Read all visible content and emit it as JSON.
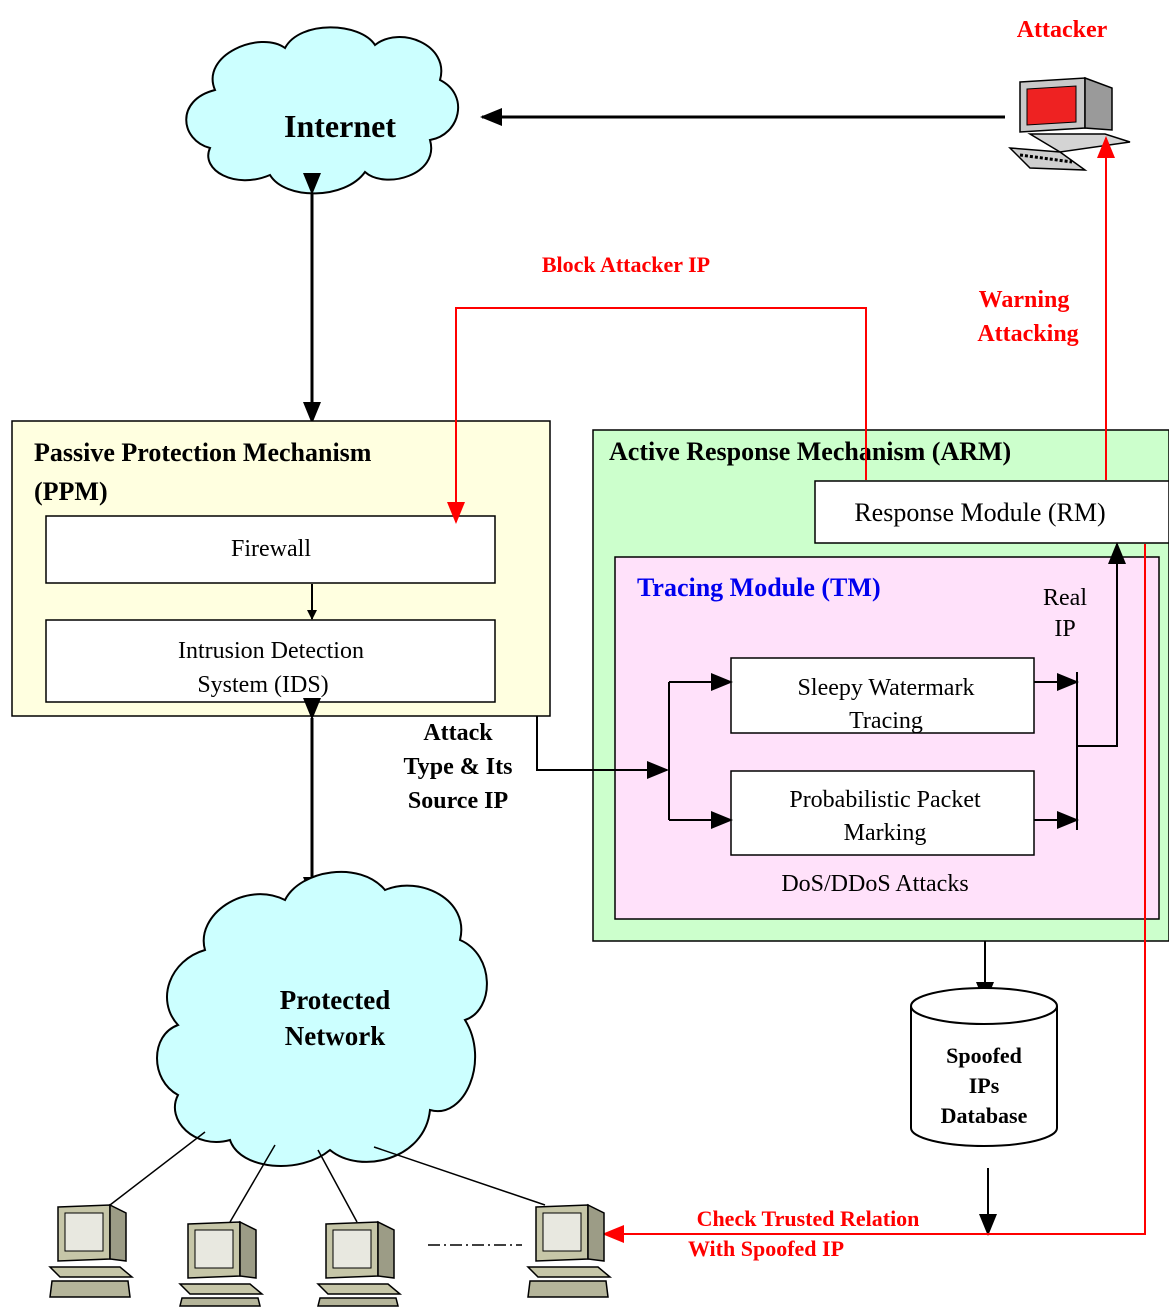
{
  "internet": "Internet",
  "attacker": "Attacker",
  "block_attacker_ip": "Block Attacker IP",
  "warning_attacking": [
    "Warning",
    "Attacking"
  ],
  "ppm": {
    "title": [
      "Passive Protection Mechanism",
      "(PPM)"
    ],
    "firewall": "Firewall",
    "ids": [
      "Intrusion Detection",
      "System (IDS)"
    ]
  },
  "arm": {
    "title": "Active Response Mechanism (ARM)",
    "response_module": "Response Module (RM)"
  },
  "tm": {
    "title": "Tracing Module (TM)",
    "real_ip": [
      "Real",
      "IP"
    ],
    "sleepy": [
      "Sleepy Watermark",
      "Tracing"
    ],
    "ppm_marking": [
      "Probabilistic Packet",
      "Marking"
    ],
    "dos": "DoS/DDoS Attacks"
  },
  "attack_info": [
    "Attack",
    "Type & Its",
    "Source IP"
  ],
  "protected_network": [
    "Protected",
    "Network"
  ],
  "database": [
    "Spoofed",
    "IPs",
    "Database"
  ],
  "check_trusted": [
    "Check Trusted Relation",
    "With Spoofed IP"
  ],
  "colors": {
    "red": "#ff0000",
    "blue": "#0000ee",
    "cloud": "#ccffff",
    "ppm_fill": "#ffffe0",
    "arm_fill": "#ccffcc",
    "tm_fill": "#ffe1fa"
  }
}
